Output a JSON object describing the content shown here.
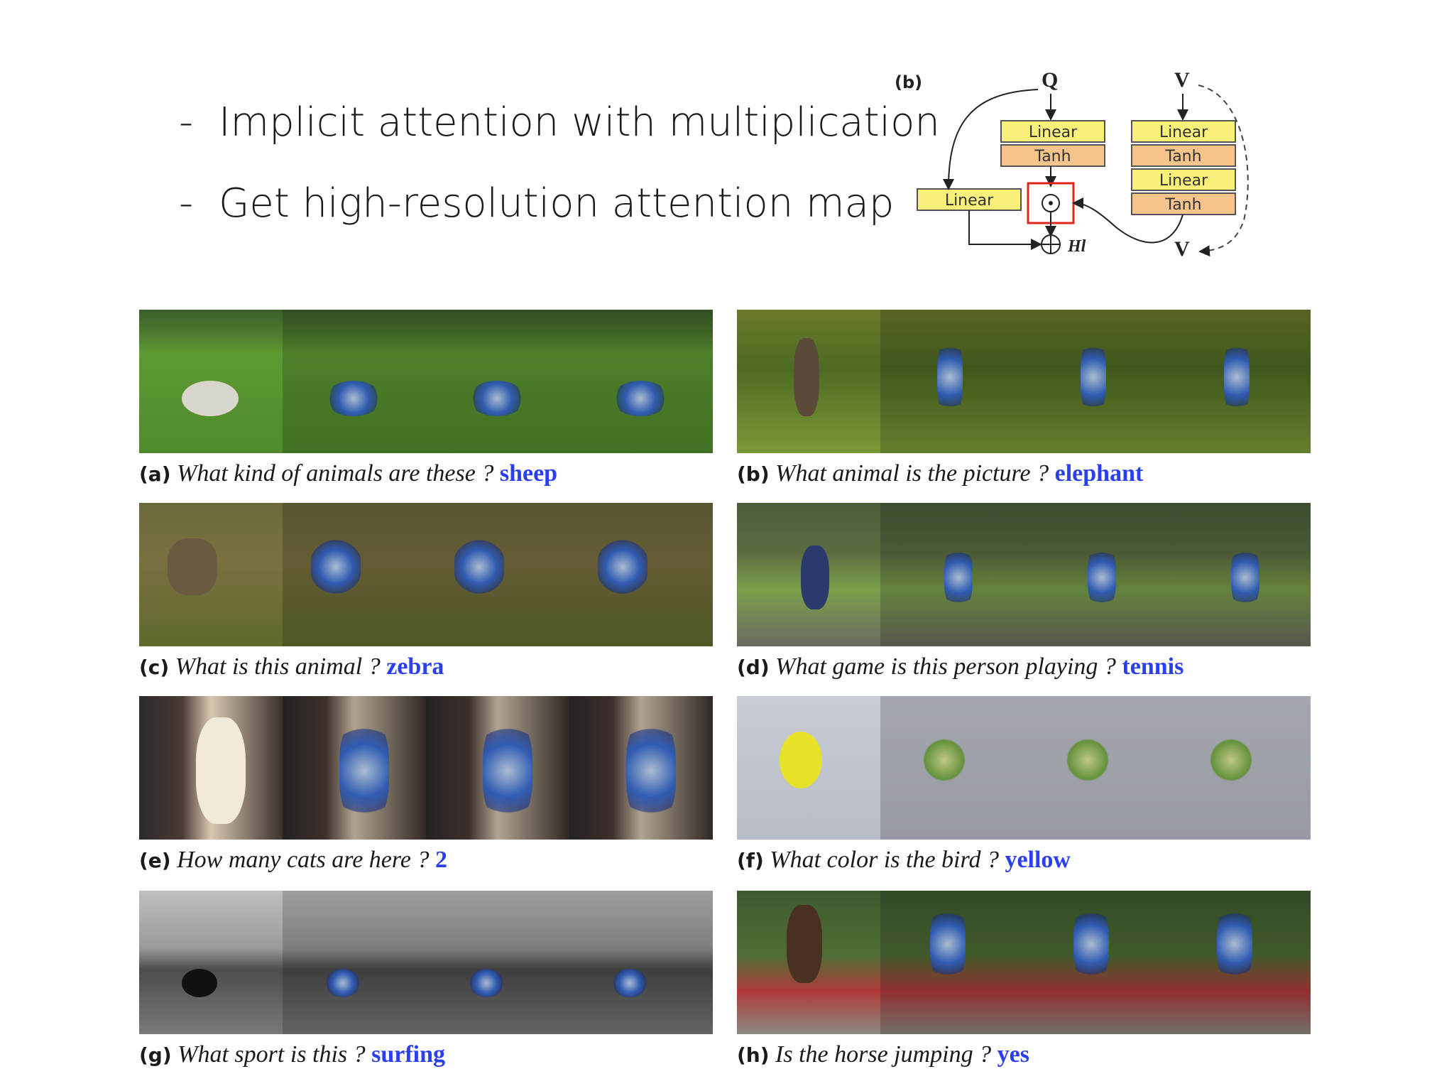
{
  "bullets": [
    {
      "dash": "-",
      "text": "Implicit attention with multiplication"
    },
    {
      "dash": "-",
      "text": "Get high-resolution attention map"
    }
  ],
  "diagram": {
    "label": "(b)",
    "q": "Q",
    "v_top": "V",
    "v_bottom": "V",
    "left_stack": [
      "Linear",
      "Tanh"
    ],
    "right_stack": [
      "Linear",
      "Tanh",
      "Linear",
      "Tanh"
    ],
    "side_linear": "Linear",
    "mult_symbol": "⊙",
    "add_symbol": "⊕",
    "output": "Hl",
    "colors": {
      "linear": "#f9f07a",
      "tanh": "#f7c48c",
      "highlight": "#e0261c"
    }
  },
  "panels": [
    {
      "label": "(a)",
      "question": "What kind of animals are these ?",
      "answer": "sheep",
      "scene": "sheep"
    },
    {
      "label": "(b)",
      "question": "What animal is the picture ?",
      "answer": "elephant",
      "scene": "elephant"
    },
    {
      "label": "(c)",
      "question": "What is this animal ?",
      "answer": "zebra",
      "scene": "zebra"
    },
    {
      "label": "(d)",
      "question": "What game is this person playing ?",
      "answer": "tennis",
      "scene": "tennis"
    },
    {
      "label": "(e)",
      "question": "How many cats are here ?",
      "answer": "2",
      "scene": "cats"
    },
    {
      "label": "(f)",
      "question": "What color is the bird ?",
      "answer": "yellow",
      "scene": "bird"
    },
    {
      "label": "(g)",
      "question": "What sport is this ?",
      "answer": "surfing",
      "scene": "surf"
    },
    {
      "label": "(h)",
      "question": "Is the horse jumping ?",
      "answer": "yes",
      "scene": "horse"
    }
  ],
  "answer_color": "#2a3ff0"
}
